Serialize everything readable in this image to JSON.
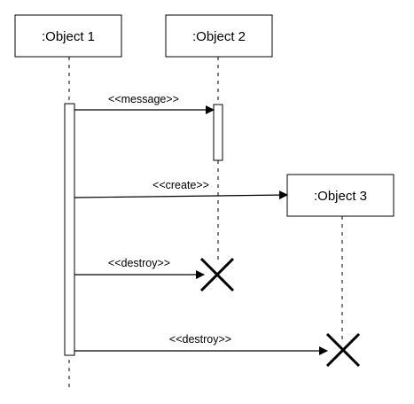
{
  "diagram": {
    "type": "sequence",
    "objects": [
      {
        "id": "object1",
        "label": ":Object 1"
      },
      {
        "id": "object2",
        "label": ":Object 2"
      },
      {
        "id": "object3",
        "label": ":Object 3"
      }
    ],
    "messages": [
      {
        "id": "message",
        "label": "<<message>>",
        "from": "object1",
        "to": "object2"
      },
      {
        "id": "create",
        "label": "<<create>>",
        "from": "object1",
        "to": "object3"
      },
      {
        "id": "destroy1",
        "label": "<<destroy>>",
        "from": "object1",
        "to": "object2"
      },
      {
        "id": "destroy2",
        "label": "<<destroy>>",
        "from": "object1",
        "to": "object3"
      }
    ]
  }
}
